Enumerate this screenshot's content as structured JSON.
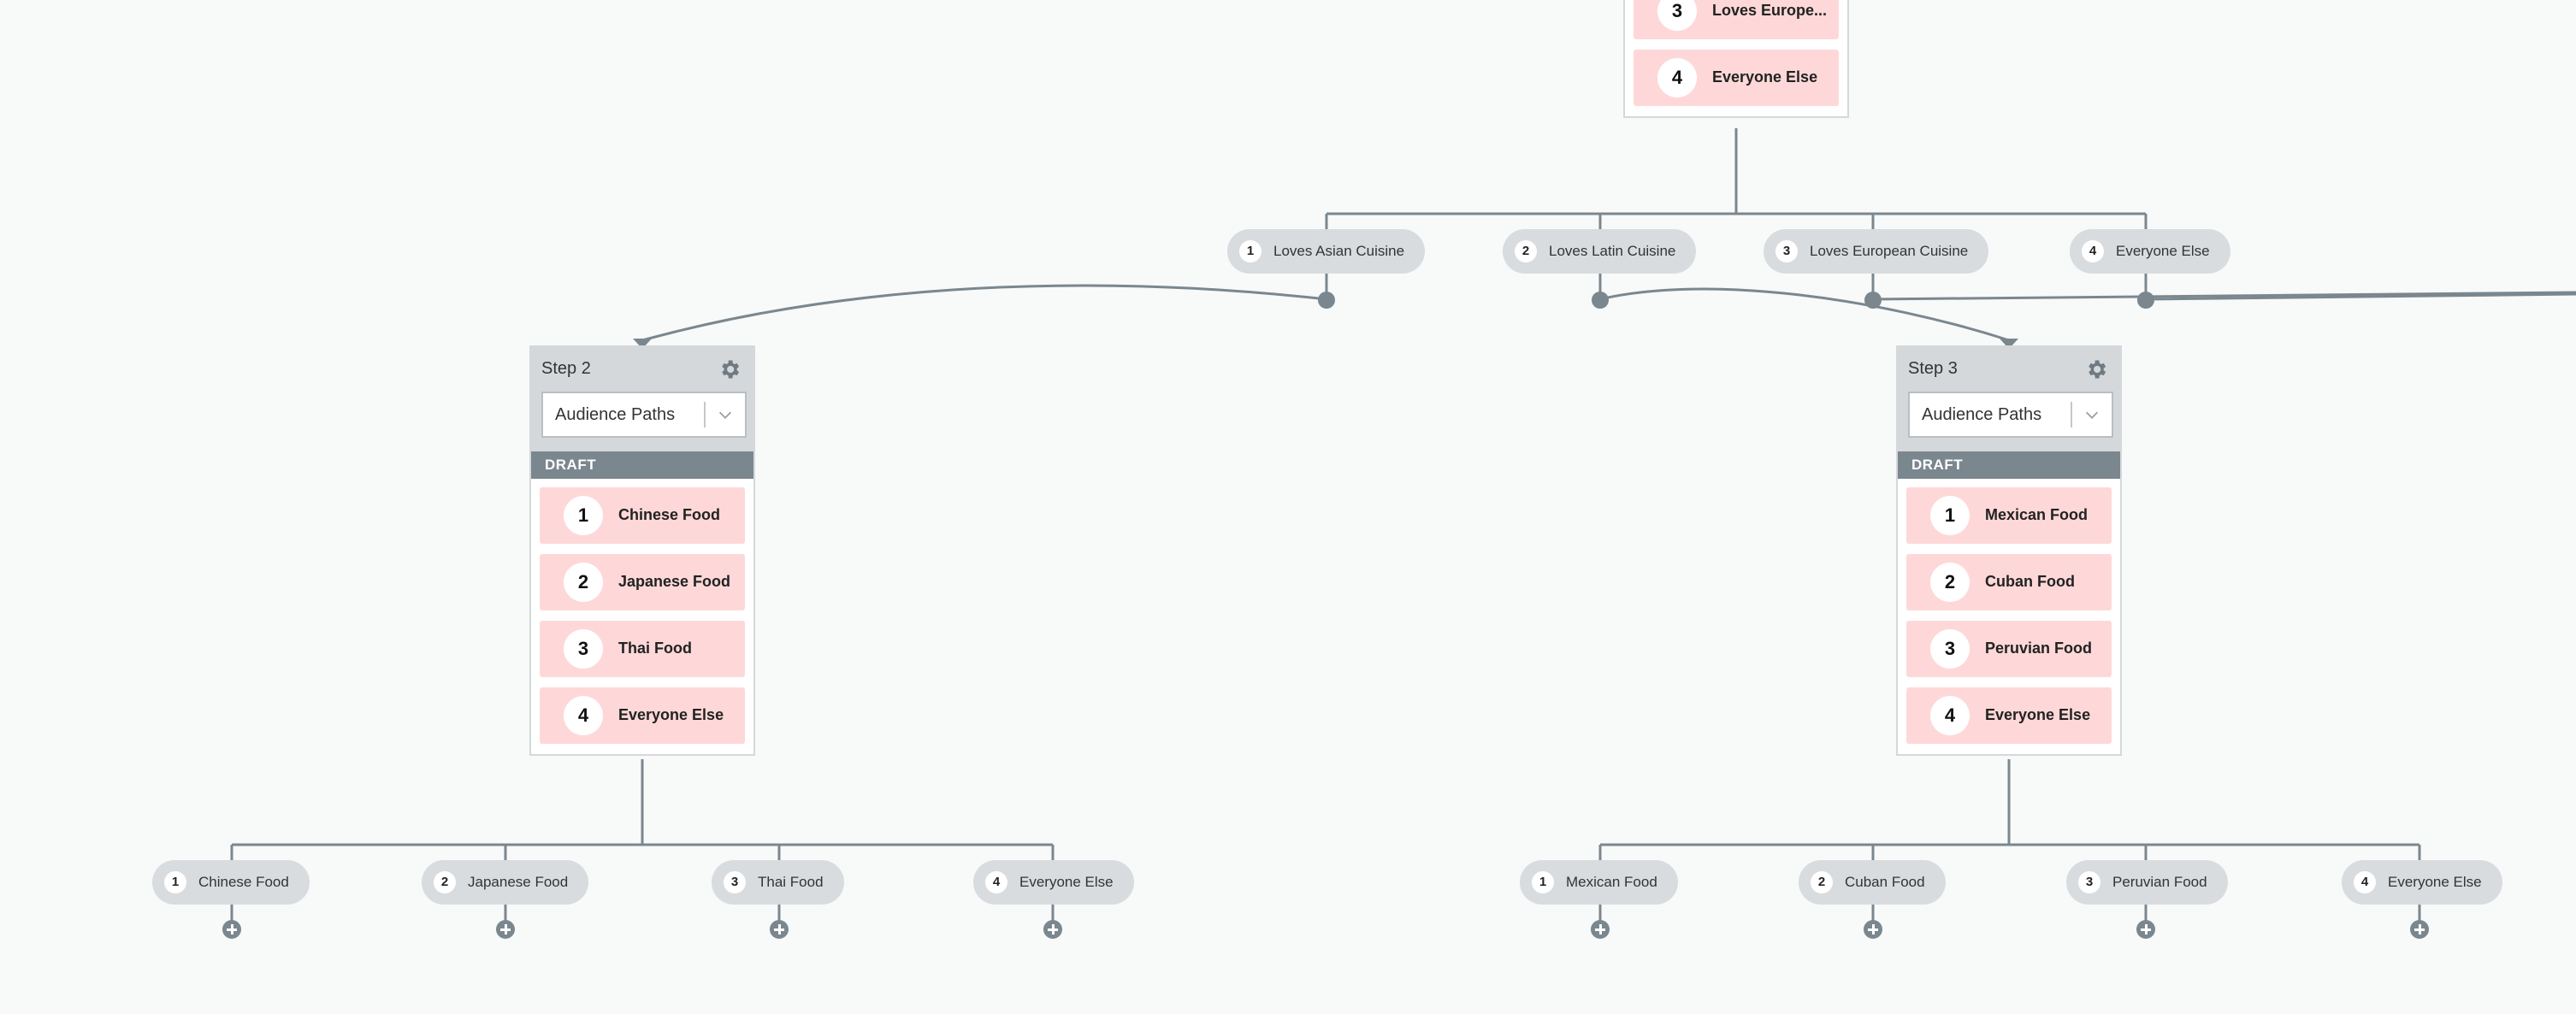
{
  "top_card": {
    "paths": [
      {
        "num": "3",
        "label": "Loves Europe..."
      },
      {
        "num": "4",
        "label": "Everyone Else"
      }
    ],
    "branches": [
      {
        "num": "1",
        "label": "Loves Asian Cuisine"
      },
      {
        "num": "2",
        "label": "Loves Latin Cuisine"
      },
      {
        "num": "3",
        "label": "Loves European Cuisine"
      },
      {
        "num": "4",
        "label": "Everyone Else"
      }
    ]
  },
  "step2": {
    "title": "Step 2",
    "select_value": "Audience Paths",
    "status": "DRAFT",
    "paths": [
      {
        "num": "1",
        "label": "Chinese Food"
      },
      {
        "num": "2",
        "label": "Japanese Food"
      },
      {
        "num": "3",
        "label": "Thai Food"
      },
      {
        "num": "4",
        "label": "Everyone Else"
      }
    ],
    "branches": [
      {
        "num": "1",
        "label": "Chinese Food"
      },
      {
        "num": "2",
        "label": "Japanese Food"
      },
      {
        "num": "3",
        "label": "Thai Food"
      },
      {
        "num": "4",
        "label": "Everyone Else"
      }
    ]
  },
  "step3": {
    "title": "Step 3",
    "select_value": "Audience Paths",
    "status": "DRAFT",
    "paths": [
      {
        "num": "1",
        "label": "Mexican Food"
      },
      {
        "num": "2",
        "label": "Cuban Food"
      },
      {
        "num": "3",
        "label": "Peruvian Food"
      },
      {
        "num": "4",
        "label": "Everyone Else"
      }
    ],
    "branches": [
      {
        "num": "1",
        "label": "Mexican Food"
      },
      {
        "num": "2",
        "label": "Cuban Food"
      },
      {
        "num": "3",
        "label": "Peruvian Food"
      },
      {
        "num": "4",
        "label": "Everyone Else"
      }
    ]
  },
  "icons": {
    "settings": "gear-icon",
    "dropdown": "chevron-down-icon",
    "add": "plus-icon",
    "connector_dot": "connector-dot-icon",
    "connector_arrow": "arrow-down-icon"
  },
  "colors": {
    "background": "#f8f9f9",
    "path_item": "#fed8d8",
    "draft_bar": "#7b878f",
    "card_header": "#d5d8db",
    "pill": "#d9dcdf",
    "connector": "#7b878f"
  }
}
